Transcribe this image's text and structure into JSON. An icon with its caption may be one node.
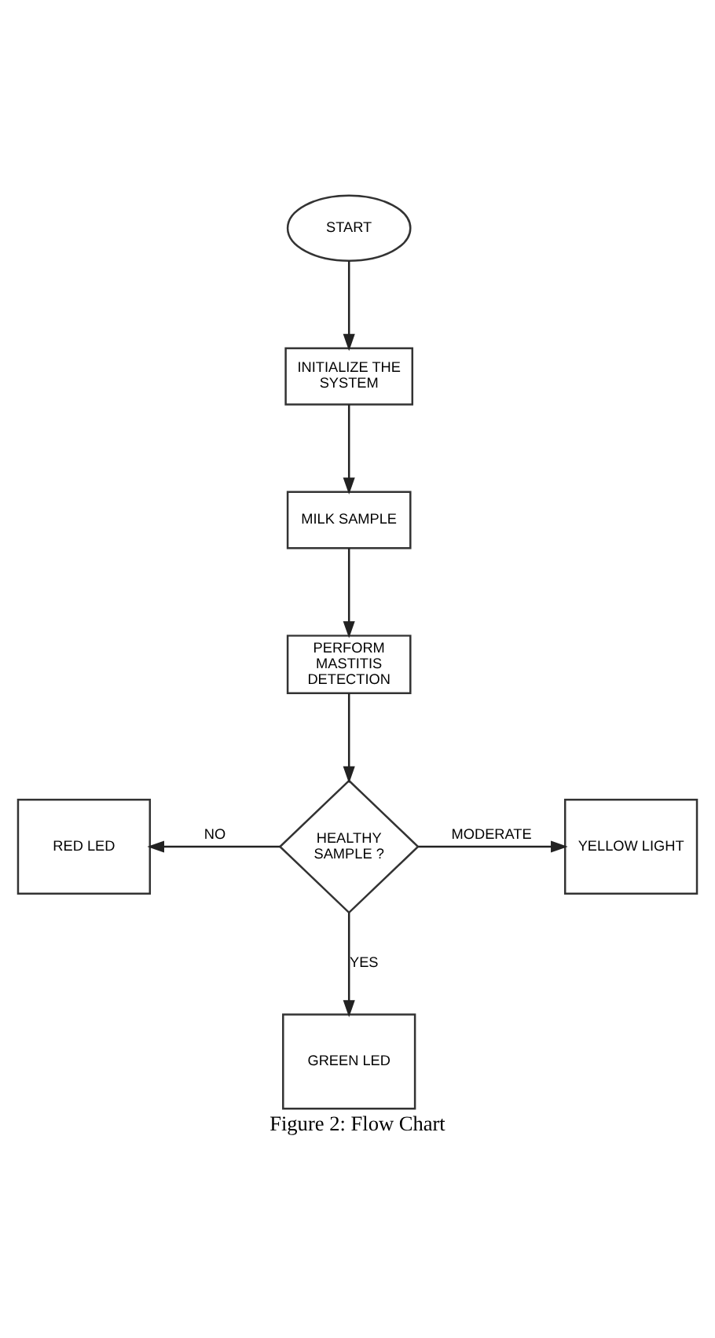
{
  "diagram": {
    "caption": "Figure 2: Flow Chart",
    "nodes": [
      {
        "text": [
          "START"
        ]
      },
      {
        "text": [
          "INITIALIZE THE SYSTEM"
        ]
      },
      {
        "text": [
          "MILK SAMPLE"
        ]
      },
      {
        "text": [
          "PERFORM MASTITIS DETECTION"
        ]
      },
      {
        "text": [
          "HEALTHY SAMPLE ?"
        ]
      },
      {
        "text": [
          "RED LED"
        ]
      },
      {
        "text": [
          "YELLOW LIGHT"
        ]
      },
      {
        "text": [
          "GREEN LED"
        ]
      }
    ],
    "edges": [
      {
        "from": 0,
        "to": 1,
        "arrow": "to"
      },
      {
        "from": 1,
        "to": 2,
        "arrow": "to"
      },
      {
        "from": 2,
        "to": 3,
        "arrow": "to"
      },
      {
        "from": 3,
        "to": 4,
        "arrow": "to"
      },
      {
        "from": 4,
        "to": 5,
        "label": "NO",
        "arrow": "to"
      },
      {
        "from": 4,
        "to": 6,
        "label": "MODERATE",
        "arrow": "to"
      },
      {
        "from": 4,
        "to": 7,
        "label": "YES",
        "arrow": "to"
      }
    ]
  }
}
